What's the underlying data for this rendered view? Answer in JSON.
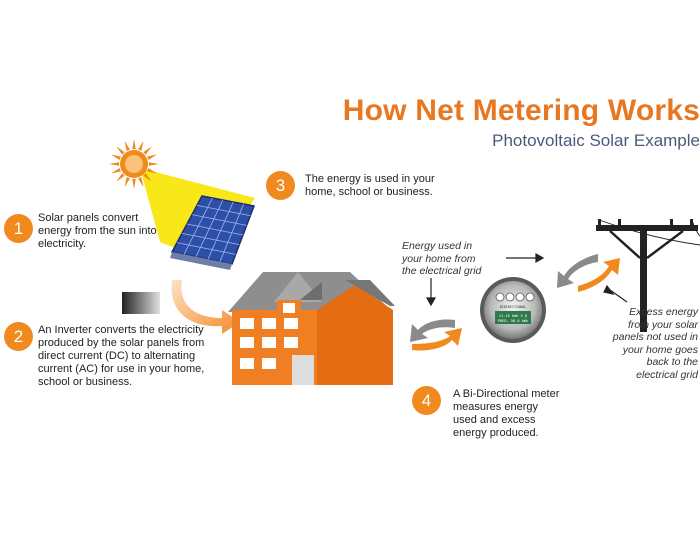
{
  "title": "How Net Metering Works",
  "subtitle": "Photovoltaic Solar Example",
  "steps": [
    {
      "number": "1",
      "text": "Solar panels convert energy from the sun into electricity."
    },
    {
      "number": "2",
      "text": "An Inverter converts the electricity produced by the solar panels from direct current (DC) to alternating current  (AC) for use in your home, school or business."
    },
    {
      "number": "3",
      "text": "The energy is used in your home, school or business."
    },
    {
      "number": "4",
      "text": "A Bi-Directional meter measures energy used and excess energy produced."
    }
  ],
  "notes": {
    "energy_used": "Energy used in your home from the electrical grid",
    "excess_energy": "Excess energy from your solar panels not used in your home goes back to the electrical grid"
  },
  "meter": {
    "brand": "BIDIRECTIONAL",
    "line1": "11.16  kWh  3 @",
    "line2": "PRED. 58.6  kWh"
  },
  "colors": {
    "accent": "#f08a1e",
    "title": "#e87722",
    "subtitle": "#4a5a7a",
    "house": "#f07e22",
    "roof": "#9a9a9a",
    "sun": "#f08a1e",
    "sunbeam": "#f7e600",
    "panel": "#2e4fa8"
  }
}
